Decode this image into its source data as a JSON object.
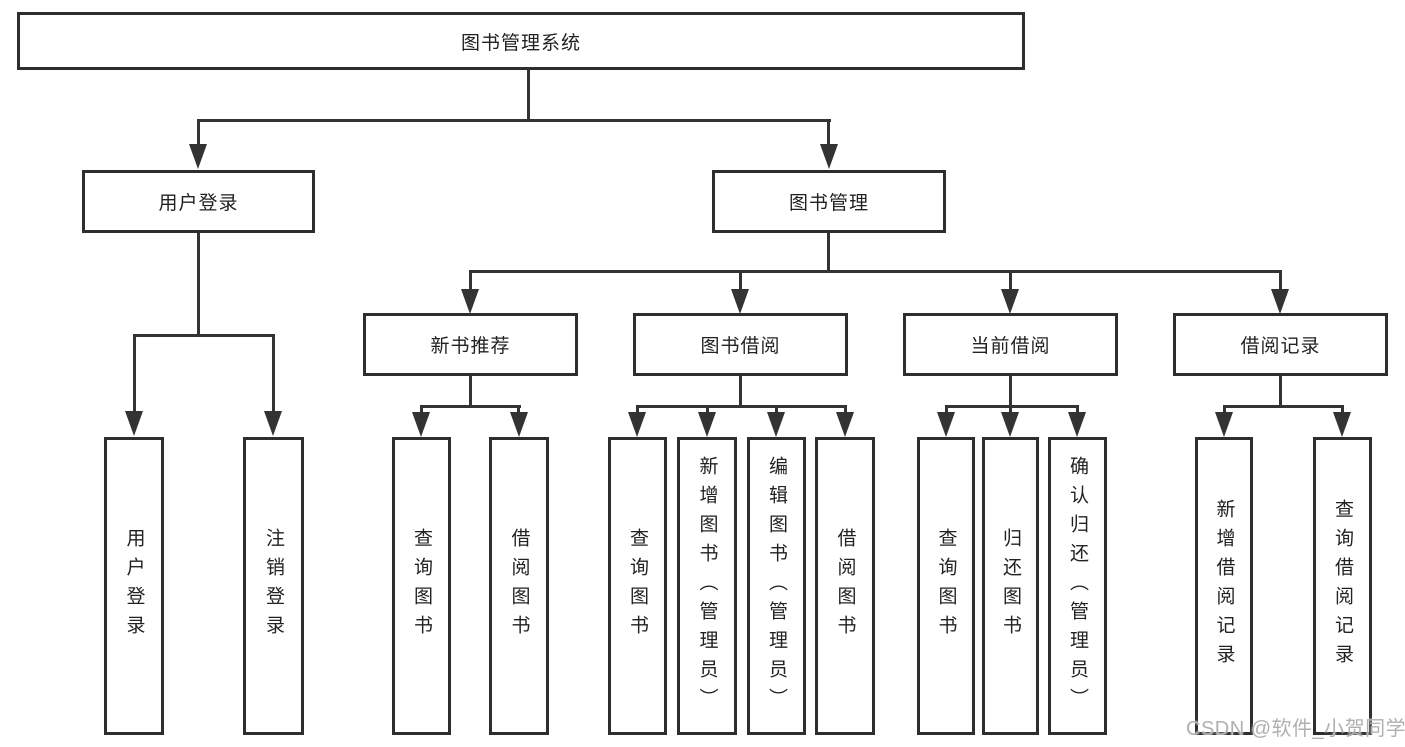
{
  "diagram": {
    "root": "图书管理系统",
    "branches": [
      {
        "label": "用户登录",
        "children": [
          "用户登录",
          "注销登录"
        ]
      },
      {
        "label": "图书管理",
        "children": [
          {
            "label": "新书推荐",
            "children": [
              "查询图书",
              "借阅图书"
            ]
          },
          {
            "label": "图书借阅",
            "children": [
              "查询图书",
              "新增图书（管理员）",
              "编辑图书（管理员）",
              "借阅图书"
            ]
          },
          {
            "label": "当前借阅",
            "children": [
              "查询图书",
              "归还图书",
              "确认归还（管理员）"
            ]
          },
          {
            "label": "借阅记录",
            "children": [
              "新增借阅记录",
              "查询借阅记录"
            ]
          }
        ]
      }
    ]
  },
  "watermark": "CSDN @软件_小贺同学",
  "colors": {
    "line": "#333333",
    "box_border": "#2e2e2e",
    "text": "#222222",
    "background": "#ffffff",
    "watermark": "#b0b0b0"
  }
}
